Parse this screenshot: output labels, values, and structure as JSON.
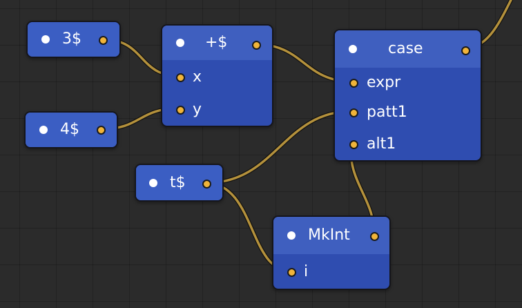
{
  "nodes": {
    "n3": {
      "label": "3$"
    },
    "n4": {
      "label": "4$"
    },
    "plus": {
      "label": "+$",
      "inputs": [
        "x",
        "y"
      ]
    },
    "case": {
      "label": "case",
      "inputs": [
        "expr",
        "patt1",
        "alt1"
      ]
    },
    "t": {
      "label": "t$"
    },
    "mkint": {
      "label": "MkInt",
      "inputs": [
        "i"
      ]
    }
  },
  "colors": {
    "background": "#2b2b2b",
    "node_body": "#2f4db0",
    "node_header": "#3f5fbf",
    "wire": "#b4913c",
    "port": "#f0b43a"
  }
}
